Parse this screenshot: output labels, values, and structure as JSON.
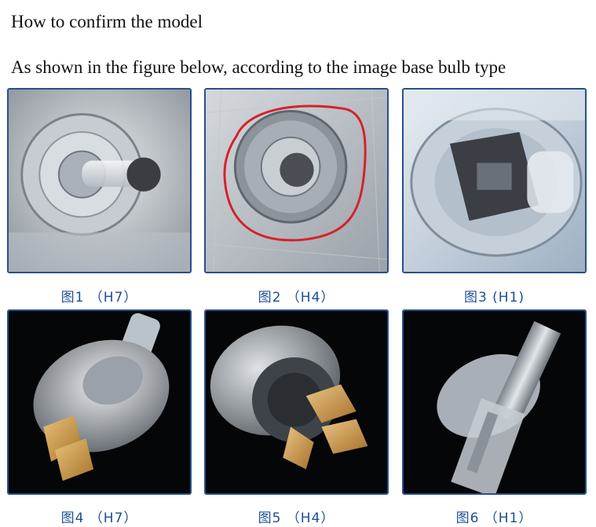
{
  "heading": "How to confirm the model",
  "intro": "As shown in the figure below, according to the image base bulb type",
  "figures": [
    {
      "caption": "图1 （H7）"
    },
    {
      "caption": "图2 （H4）"
    },
    {
      "caption": "图3 (H1)"
    },
    {
      "caption": "图4 （H7）"
    },
    {
      "caption": "图5 （H4）"
    },
    {
      "caption": "图6 （H1）"
    }
  ],
  "highlight_color": "#d8202a",
  "caption_color": "#1d4f96",
  "frame_color": "#2a4f8a"
}
